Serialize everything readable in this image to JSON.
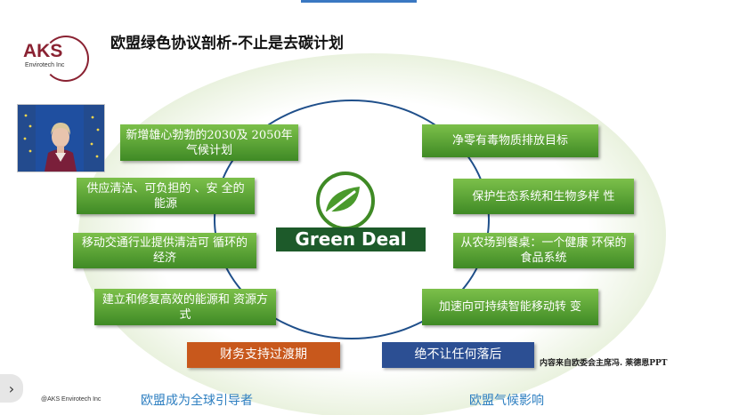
{
  "slide": {
    "title": "欧盟绿色协议剖析-不止是去碳计划",
    "logo": {
      "name": "AKS",
      "subtitle": "Envirotech Inc"
    },
    "center_label": "Green Deal",
    "left_items": [
      "新增雄心勃勃的2030及 2050年气候计划",
      "供应清洁、可负担的 、安 全的能源",
      "移动交通行业提供清洁可 循环的经济",
      "建立和修复高效的能源和 资源方式"
    ],
    "right_items": [
      "净零有毒物质排放目标",
      "保护生态系统和生物多样 性",
      "从农场到餐桌：一个健康 环保的食品系统",
      "加速向可持续智能移动转 变"
    ],
    "bottom_left_box": "财务支持过渡期",
    "bottom_right_box": "绝不让任何落后",
    "source_note": "内容来自欧委会主席冯. 莱德恩PPT",
    "footer": "@AKS Envirotech Inc",
    "caption_left": "欧盟成为全球引导者",
    "caption_right": "欧盟气候影响"
  },
  "nav": {
    "next_glyph": "›"
  },
  "colors": {
    "green_box": "#5aa537",
    "orange_box": "#c8581c",
    "blue_box": "#2c4f93",
    "ring": "#1f4f8a",
    "center_label_bg": "#1d5a2a",
    "caption": "#2e7fc1",
    "logo": "#8a2232"
  }
}
